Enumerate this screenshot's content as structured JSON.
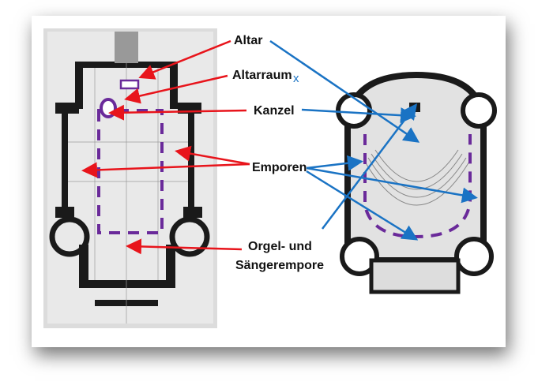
{
  "labels": {
    "altar": "Altar",
    "altarraum": "Altarraum",
    "altarraum_mark": "x",
    "kanzel": "Kanzel",
    "emporen": "Emporen",
    "orgel_line1": "Orgel- und",
    "orgel_line2": "Sängerempore"
  },
  "colors": {
    "left_arrows": "#e8141b",
    "right_arrows": "#1a73c4",
    "outline": "#6a2a9a"
  }
}
